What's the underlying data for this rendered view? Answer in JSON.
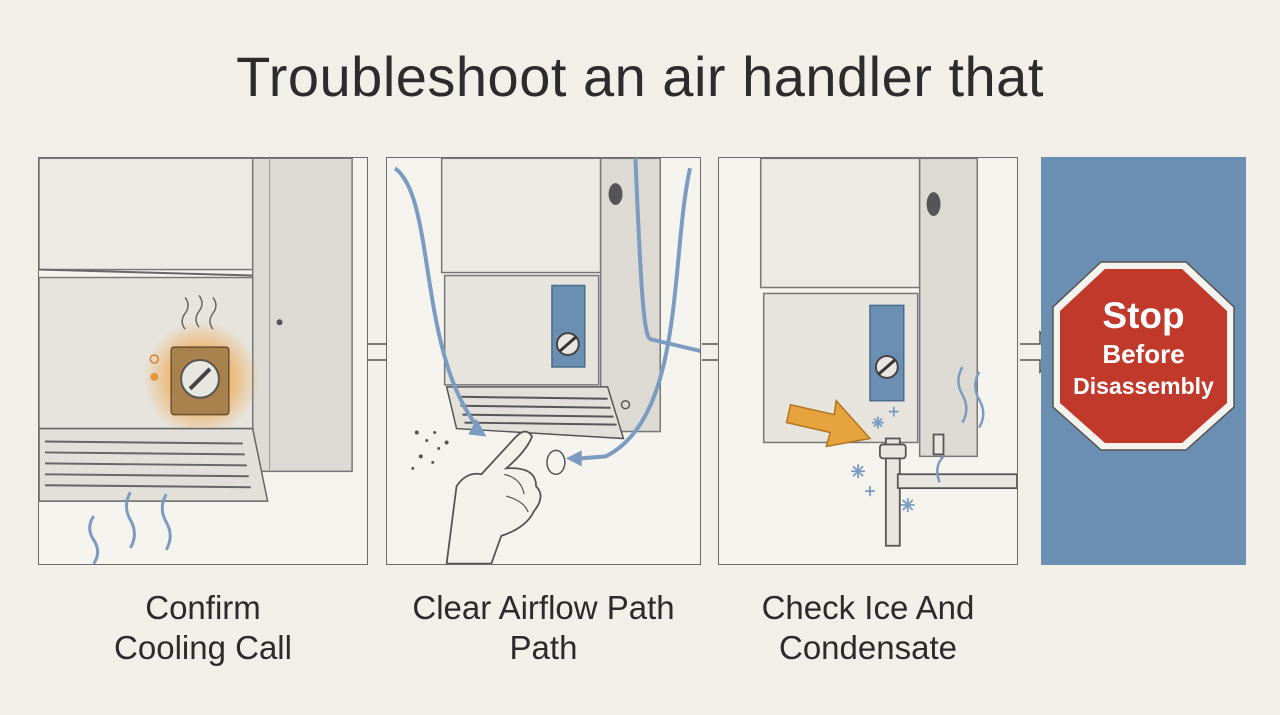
{
  "title": "Troubleshoot an air handler that",
  "steps": [
    {
      "line1": "Confirm",
      "line2": "Cooling Call"
    },
    {
      "line1": "Clear Airflow Path",
      "line2": "Path"
    },
    {
      "line1": "Check Ice And",
      "line2": "Condensate"
    }
  ],
  "stop_sign": {
    "line1": "Stop",
    "line2": "Before",
    "line3": "Disassembly"
  },
  "colors": {
    "background": "#f1efe8",
    "stop_panel": "#6b8fb3",
    "stop_sign_red": "#c0392b",
    "glow_orange": "#f0a040",
    "air_blue": "#7b9cc0",
    "pointer_arrow": "#e6a23c"
  }
}
